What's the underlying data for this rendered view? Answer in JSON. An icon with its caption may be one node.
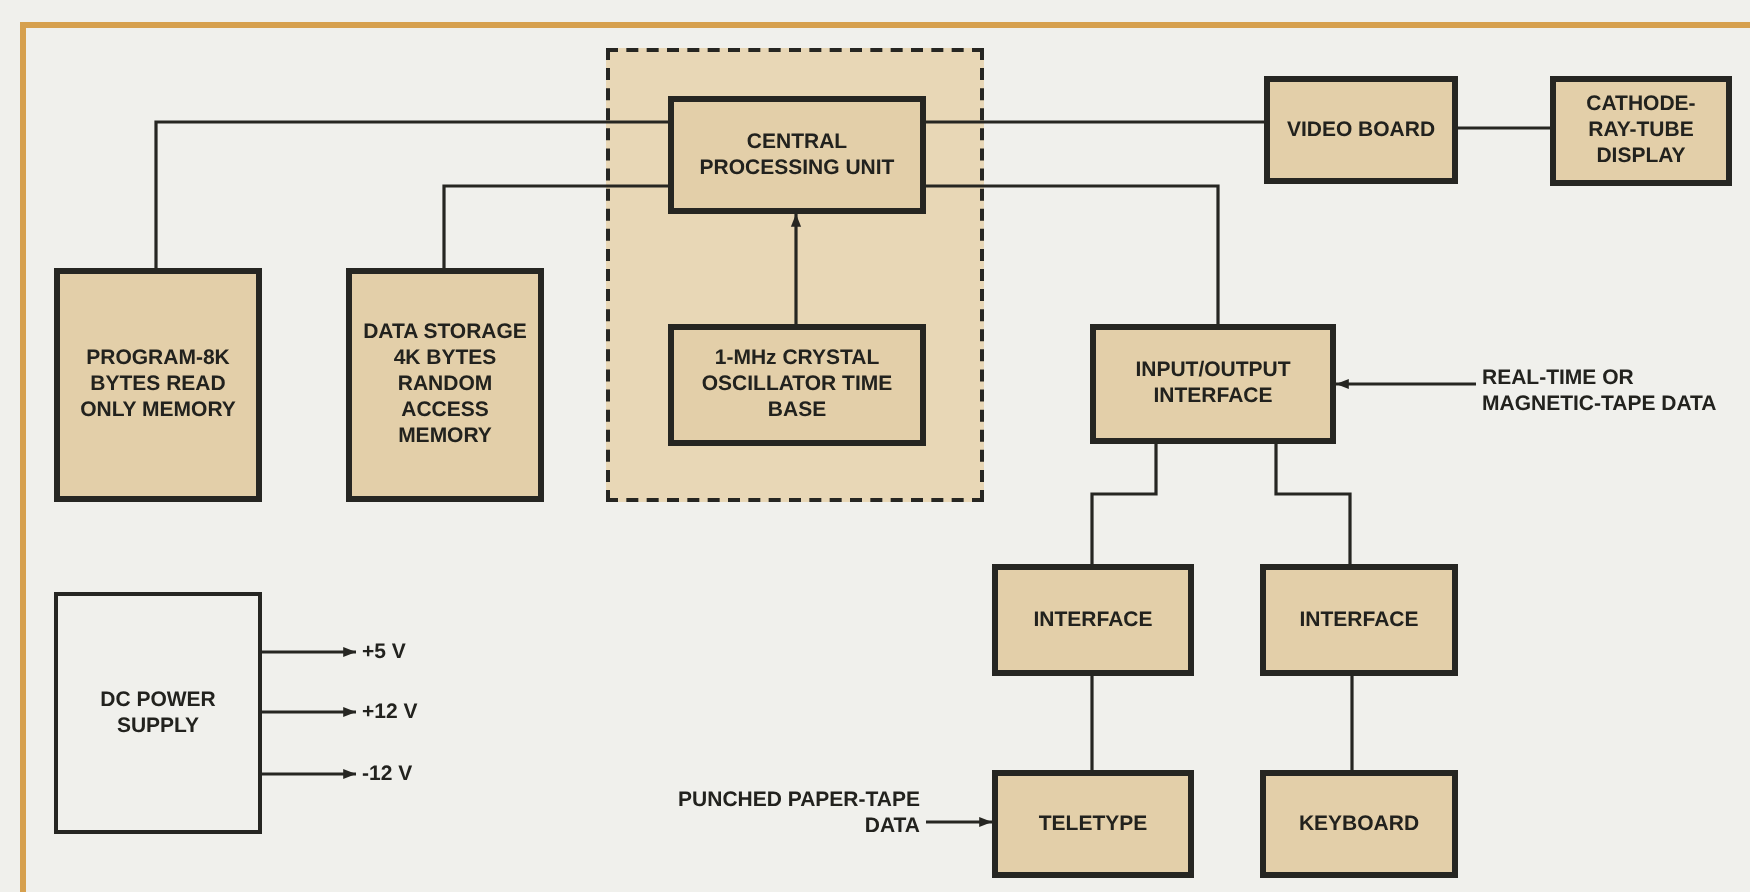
{
  "diagram": {
    "nodes": [
      {
        "text": [],
        "shape": "box"
      },
      {
        "text": [
          "CENTRAL PROCESSING UNIT"
        ],
        "in": 0
      },
      {
        "text": [
          "VIDEO BOARD"
        ]
      },
      {
        "text": [
          "CATHODE-RAY-TUBE DISPLAY"
        ]
      },
      {
        "text": [
          "PROGRAM-8K BYTES READ ONLY MEMORY"
        ]
      },
      {
        "text": [
          "DATA STORAGE 4K BYTES RANDOM ACCESS MEMORY"
        ]
      },
      {
        "text": [
          "1-MHz CRYSTAL OSCILLATOR TIME BASE"
        ],
        "in": 0
      },
      {
        "text": [
          "INPUT/OUTPUT INTERFACE"
        ]
      },
      {
        "text": [
          "REAL-TIME OR MAGNETIC-TAPE DATA"
        ]
      },
      {
        "text": [
          "DC POWER SUPPLY"
        ]
      },
      {
        "text": [
          "+5 V"
        ]
      },
      {
        "text": [
          "+12 V"
        ]
      },
      {
        "text": [
          "-12 V"
        ]
      },
      {
        "text": [
          "INTERFACE"
        ]
      },
      {
        "text": [
          "INTERFACE"
        ]
      },
      {
        "text": [
          "PUNCHED PAPER-TAPE DATA"
        ]
      },
      {
        "text": [
          "TELETYPE"
        ]
      },
      {
        "text": [
          "KEYBOARD"
        ]
      }
    ],
    "edges": [
      {
        "from": 4,
        "to": 1,
        "arrow": "none"
      },
      {
        "from": 5,
        "to": 1,
        "arrow": "none"
      },
      {
        "from": 6,
        "to": 1,
        "arrow": "to"
      },
      {
        "from": 1,
        "to": 2,
        "arrow": "none"
      },
      {
        "from": 2,
        "to": 3,
        "arrow": "none"
      },
      {
        "from": 1,
        "to": 7,
        "arrow": "none"
      },
      {
        "from": 8,
        "to": 7,
        "arrow": "to"
      },
      {
        "from": 7,
        "to": 13,
        "arrow": "none"
      },
      {
        "from": 7,
        "to": 14,
        "arrow": "none"
      },
      {
        "from": 13,
        "to": 16,
        "arrow": "none"
      },
      {
        "from": 14,
        "to": 17,
        "arrow": "none"
      },
      {
        "from": 15,
        "to": 16,
        "arrow": "to"
      },
      {
        "from": 9,
        "to": 10,
        "arrow": "to"
      },
      {
        "from": 9,
        "to": 11,
        "arrow": "to"
      },
      {
        "from": 9,
        "to": 12,
        "arrow": "to"
      }
    ]
  }
}
